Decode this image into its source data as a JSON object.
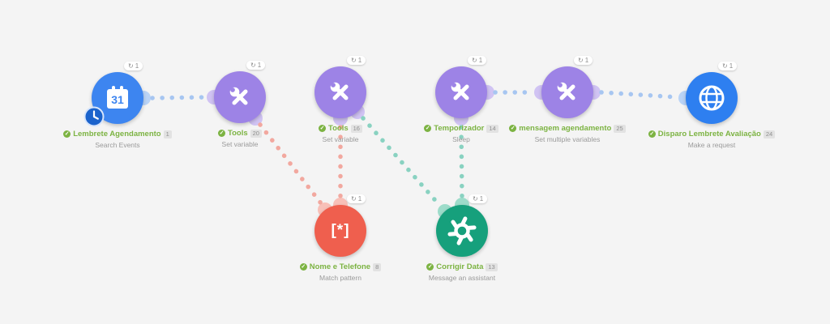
{
  "scenario": {
    "canvas_bg": "#f4f4f4",
    "nodes": [
      {
        "label": "Lembrete Agendamento",
        "id_badge": "1",
        "sublabel": "Search Events",
        "ops": "1",
        "icon": "google-calendar-clock-icon",
        "icon_text": "31",
        "color": "#3d85f0",
        "ear": "#b9d3f6"
      },
      {
        "label": "Tools",
        "id_badge": "20",
        "sublabel": "Set variable",
        "ops": "1",
        "icon": "tools-icon",
        "color": "#9d83e6",
        "ear": "#d0c3f3"
      },
      {
        "label": "Tools",
        "id_badge": "16",
        "sublabel": "Set variable",
        "ops": "1",
        "icon": "tools-icon",
        "color": "#9d83e6",
        "ear": "#d0c3f3"
      },
      {
        "label": "Temporizador",
        "id_badge": "14",
        "sublabel": "Sleep",
        "ops": "1",
        "icon": "tools-icon",
        "color": "#9d83e6",
        "ear": "#d0c3f3"
      },
      {
        "label": "mensagem agendamento",
        "id_badge": "25",
        "sublabel": "Set multiple variables",
        "ops": "1",
        "icon": "tools-icon",
        "color": "#9d83e6",
        "ear": "#d0c3f3"
      },
      {
        "label": "Disparo Lembrete Avaliação",
        "id_badge": "24",
        "sublabel": "Make a request",
        "ops": "1",
        "icon": "globe-icon",
        "color": "#2e7ff0",
        "ear": "#b9d3f6"
      },
      {
        "label": "Nome e Telefone",
        "id_badge": "8",
        "sublabel": "Match pattern",
        "ops": "1",
        "icon": "text-parser-icon",
        "icon_text": "[*]",
        "color": "#ef5f4e",
        "ear": "#f8c0b8"
      },
      {
        "label": "Corrigir Data",
        "id_badge": "13",
        "sublabel": "Message an assistant",
        "ops": "1",
        "icon": "openai-icon",
        "color": "#16a07c",
        "ear": "#9ddcca"
      }
    ],
    "connections": [
      {
        "from": "Lembrete Agendamento",
        "to": "Tools (20)",
        "line_color": "#a7c6f1"
      },
      {
        "from": "Tools (20)",
        "to": "Nome e Telefone",
        "line_color": "#f2a89f"
      },
      {
        "from": "Nome e Telefone",
        "to": "Tools (16)",
        "line_color": "#f2a89f"
      },
      {
        "from": "Tools (16)",
        "to": "Corrigir Data",
        "line_color": "#89d2c1"
      },
      {
        "from": "Corrigir Data",
        "to": "Temporizador",
        "line_color": "#89d2c1"
      },
      {
        "from": "Temporizador",
        "to": "mensagem agendamento",
        "line_color": "#a7c6f1"
      },
      {
        "from": "mensagem agendamento",
        "to": "Disparo Lembrete Avaliação",
        "line_color": "#a7c6f1"
      }
    ],
    "label_color": "#7cb342",
    "sub_color": "#9a9a9a"
  }
}
